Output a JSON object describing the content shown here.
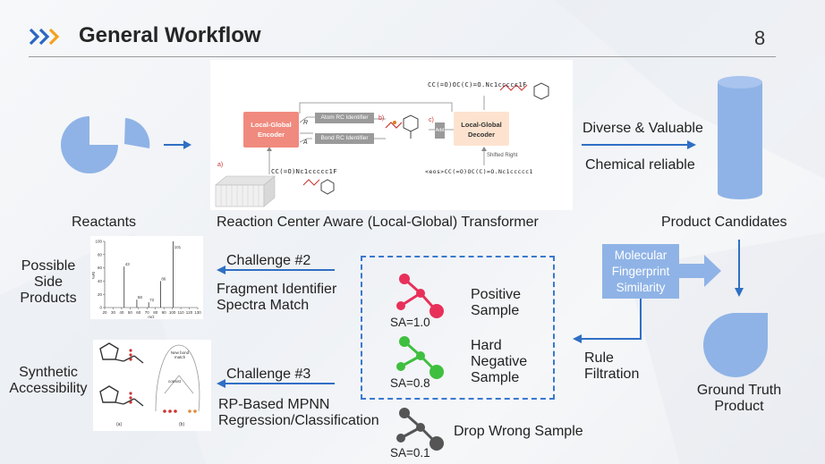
{
  "header": {
    "title": "General Workflow",
    "page_number": "8"
  },
  "reactants": {
    "label": "Reactants"
  },
  "transformer": {
    "label": "Reaction Center Aware (Local-Global) Transformer",
    "encoder": "Local-Global\nEncoder",
    "decoder": "Local-Global\nDecoder",
    "atom_rc": "Atom RC Identifier",
    "bond_rc": "Bond RC Identifier",
    "add": "Add",
    "shifted_right": "Shifted Right",
    "input_smiles": "CC(=O)Nc1ccccc1F",
    "output_smiles": "CC(=O)OC(C)=O.Nc1ccccc1F",
    "decoder_input": "<eos>CC(=O)OC(C)=O.Nc1ccccc1",
    "mark_a": "a)",
    "mark_b": "b)",
    "mark_c": "c)",
    "sym_r": "R",
    "sym_a": "A"
  },
  "diverse": {
    "line1": "Diverse & Valuable",
    "line2": "Chemical reliable"
  },
  "product_candidates": {
    "label": "Product Candidates"
  },
  "fingerprint": {
    "line1": "Molecular",
    "line2": "Fingerprint",
    "line3": "Similarity"
  },
  "ground_truth": {
    "line1": "Ground Truth",
    "line2": "Product"
  },
  "rule_filtration": {
    "line1": "Rule",
    "line2": "Filtration"
  },
  "challenge2": {
    "title": "Challenge #2",
    "line1": "Fragment Identifier",
    "line2": "Spectra Match"
  },
  "challenge3": {
    "title": "Challenge #3",
    "line1": "RP-Based MPNN",
    "line2": "Regression/Classification"
  },
  "side_products": {
    "line1": "Possible",
    "line2": "Side",
    "line3": "Products"
  },
  "synthetic": {
    "line1": "Synthetic",
    "line2": "Accessibility"
  },
  "samples": {
    "positive_1": "Positive",
    "positive_2": "Sample",
    "positive_sa": "SA=1.0",
    "hard_1": "Hard",
    "hard_2": "Negative",
    "hard_3": "Sample",
    "hard_sa": "SA=0.8",
    "drop": "Drop Wrong Sample",
    "drop_sa": "SA=0.1"
  },
  "spectrum": {
    "ylabel": "%RI",
    "xlabel": "m/z",
    "yticks": [
      "0",
      "20",
      "40",
      "60",
      "80",
      "100"
    ],
    "xticks": [
      "20",
      "30",
      "40",
      "50",
      "60",
      "70",
      "80",
      "90",
      "100",
      "110",
      "120",
      "130"
    ],
    "peaks": [
      {
        "mz": 43,
        "ri": 62,
        "label": "43"
      },
      {
        "mz": 58,
        "ri": 12,
        "label": "58"
      },
      {
        "mz": 72,
        "ri": 8,
        "label": "72"
      },
      {
        "mz": 86,
        "ri": 40,
        "label": "86"
      },
      {
        "mz": 101,
        "ri": 100,
        "label": "101"
      }
    ]
  },
  "mpnn_figure": {
    "top_label": "New bond\nmatch",
    "mid_label": "consist",
    "bottom_a": "(a)",
    "bottom_b": "(b)"
  },
  "colors": {
    "accent_blue": "#2f6fc4",
    "shape_blue": "#8fb3e6",
    "positive": "#e8305a",
    "hard_negative": "#3fbf3f",
    "wrong": "#555555",
    "encoder": "#f08a7e",
    "decoder": "#fde3cf"
  }
}
